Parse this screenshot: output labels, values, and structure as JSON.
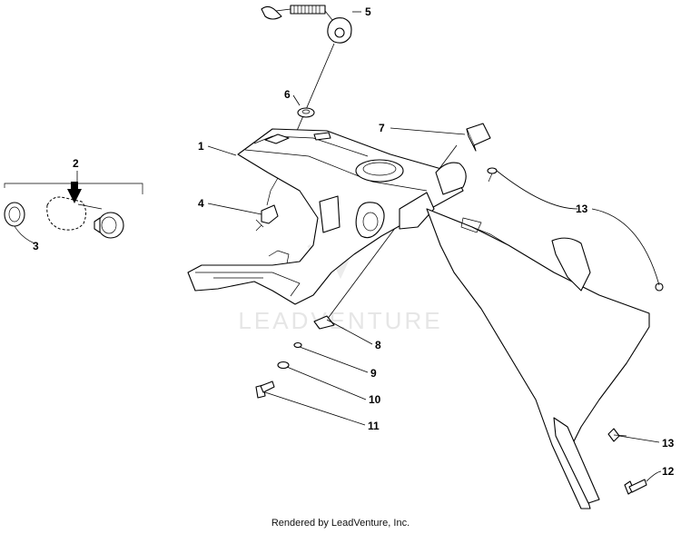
{
  "watermark": "LEADVENTURE",
  "footer": "Rendered by LeadVenture, Inc.",
  "callouts": [
    "1",
    "2",
    "3",
    "4",
    "5",
    "6",
    "7",
    "8",
    "9",
    "10",
    "11",
    "12",
    "13",
    "13"
  ]
}
